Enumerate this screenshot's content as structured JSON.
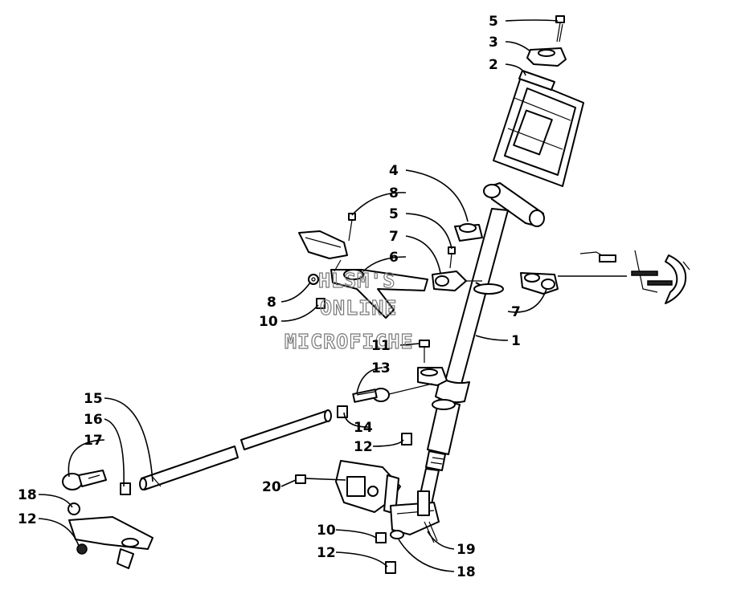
{
  "watermark": {
    "line1": "HLSM'S",
    "line2": "ONLINE",
    "line3": "MICROFICHE"
  },
  "callouts": [
    {
      "id": "c-5-top",
      "text": "5"
    },
    {
      "id": "c-3",
      "text": "3"
    },
    {
      "id": "c-2",
      "text": "2"
    },
    {
      "id": "c-4",
      "text": "4"
    },
    {
      "id": "c-8-top",
      "text": "8"
    },
    {
      "id": "c-5-mid",
      "text": "5"
    },
    {
      "id": "c-7-mid",
      "text": "7"
    },
    {
      "id": "c-6",
      "text": "6"
    },
    {
      "id": "c-8-left",
      "text": "8"
    },
    {
      "id": "c-10-left",
      "text": "10"
    },
    {
      "id": "c-7-right",
      "text": "7"
    },
    {
      "id": "c-1",
      "text": "1"
    },
    {
      "id": "c-11",
      "text": "11"
    },
    {
      "id": "c-13",
      "text": "13"
    },
    {
      "id": "c-15",
      "text": "15"
    },
    {
      "id": "c-16",
      "text": "16"
    },
    {
      "id": "c-14",
      "text": "14"
    },
    {
      "id": "c-17",
      "text": "17"
    },
    {
      "id": "c-12-mid",
      "text": "12"
    },
    {
      "id": "c-20",
      "text": "20"
    },
    {
      "id": "c-18-left",
      "text": "18"
    },
    {
      "id": "c-12-left",
      "text": "12"
    },
    {
      "id": "c-10-bot",
      "text": "10"
    },
    {
      "id": "c-19",
      "text": "19"
    },
    {
      "id": "c-12-bot",
      "text": "12"
    },
    {
      "id": "c-18-bot",
      "text": "18"
    }
  ]
}
